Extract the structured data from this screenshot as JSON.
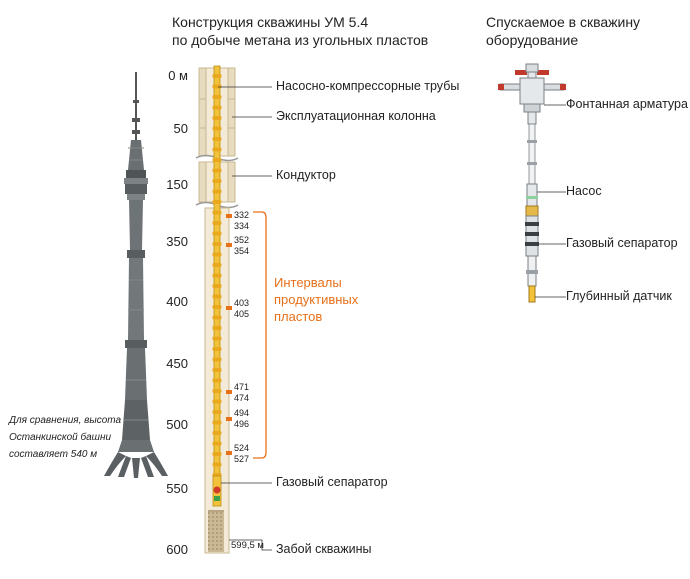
{
  "titles": {
    "left_line1": "Конструкция скважины УМ 5.4",
    "left_line2": "по добыче метана из угольных пластов",
    "right_line1": "Спускаемое в скважину",
    "right_line2": "оборудование"
  },
  "depth_axis": [
    "0 м",
    "50",
    "150",
    "350",
    "400",
    "450",
    "500",
    "550",
    "600"
  ],
  "well_labels": {
    "tubing": "Насосно-компрессорные трубы",
    "casing": "Эксплуатационная колонна",
    "conductor": "Кондуктор",
    "separator": "Газовый сепаратор",
    "bottom": "Забой скважины",
    "bottom_depth": "599,5 м"
  },
  "intervals": {
    "title_line1": "Интервалы",
    "title_line2": "продуктивных",
    "title_line3": "пластов",
    "pairs": [
      [
        "332",
        "334"
      ],
      [
        "352",
        "354"
      ],
      [
        "403",
        "405"
      ],
      [
        "471",
        "474"
      ],
      [
        "494",
        "496"
      ],
      [
        "524",
        "527"
      ]
    ]
  },
  "equipment_labels": {
    "wellhead": "Фонтанная арматура",
    "pump": "Насос",
    "separator": "Газовый сепаратор",
    "sensor": "Глубинный датчик"
  },
  "tower_note": {
    "line1": "Для сравнения, высота",
    "line2": "Останкинской башни",
    "line3": "составляет 540 м"
  },
  "colors": {
    "accent": "#e8701a",
    "pipe_yellow": "#f2c23a",
    "casing_beige": "#e8dcc0",
    "tower_gray": "#6a6f72"
  }
}
